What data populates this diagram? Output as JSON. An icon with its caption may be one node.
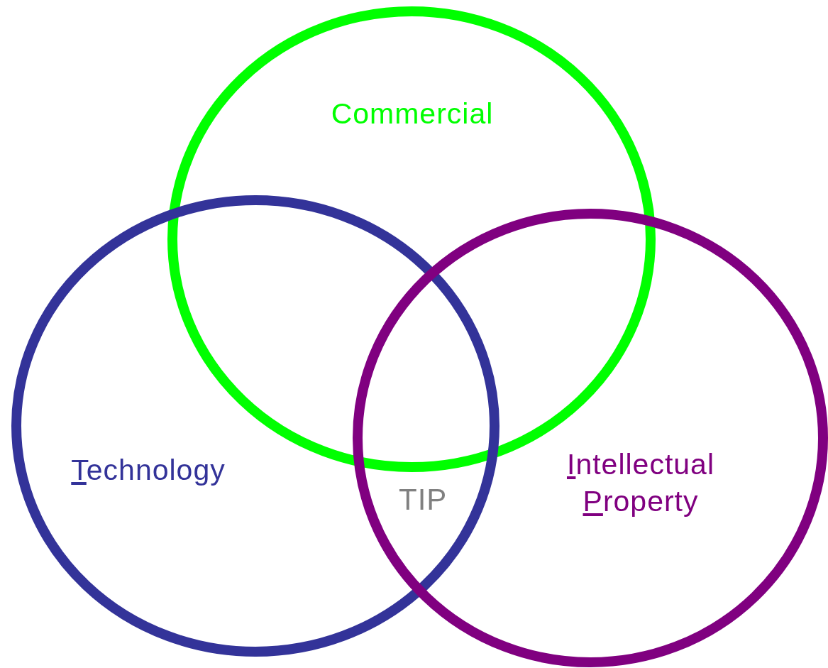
{
  "diagram": {
    "nodes": [
      {
        "text": [
          "Commercial"
        ]
      },
      {
        "text": [
          "Technology"
        ]
      },
      {
        "text": [
          "Intellectual Property"
        ]
      }
    ],
    "labels": [
      "TIP"
    ]
  }
}
